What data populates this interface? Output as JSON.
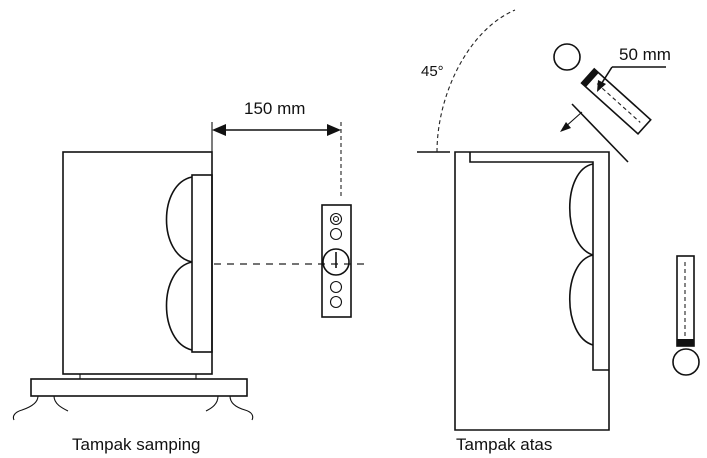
{
  "labels": {
    "distance_label": "150 mm",
    "angle_label": "45°",
    "offset_label": "50 mm",
    "side_view_caption": "Tampak samping",
    "top_view_caption": "Tampak atas"
  },
  "colors": {
    "line": "#111111",
    "background": "#ffffff"
  }
}
